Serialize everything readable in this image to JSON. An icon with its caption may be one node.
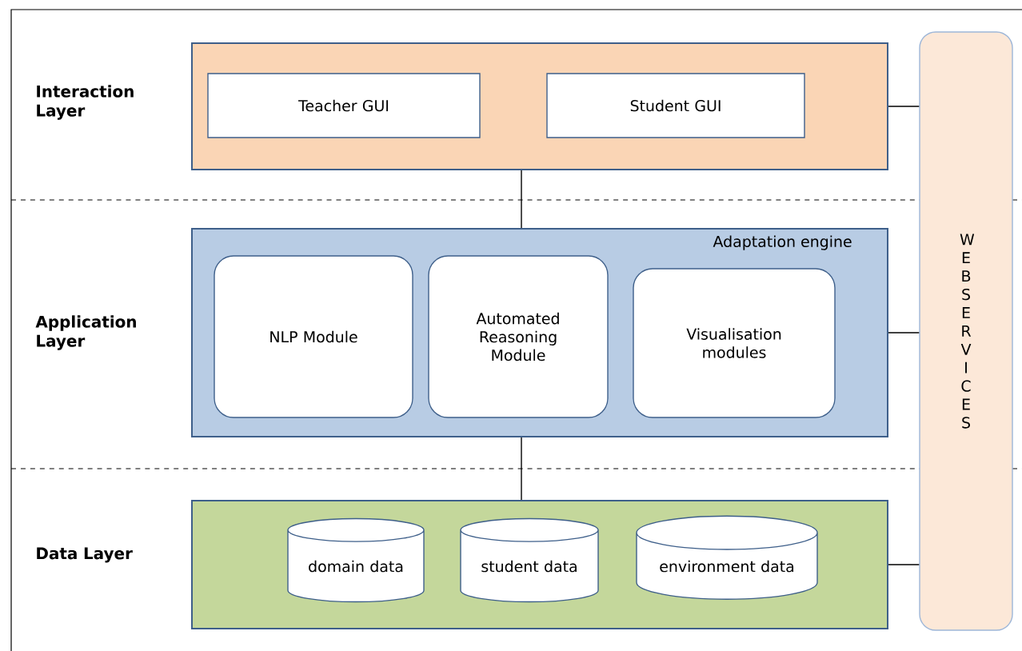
{
  "diagram": {
    "nodes": [
      {
        "text": [],
        "shape": "box"
      },
      {
        "text": [
          "Teacher GUI"
        ],
        "in": 0
      },
      {
        "text": [
          "Student GUI"
        ],
        "in": 0
      },
      {
        "text": [
          "Adaptation engine"
        ]
      },
      {
        "text": [
          "NLP Module"
        ],
        "in": 3
      },
      {
        "text": [
          "Automated Reasoning Module"
        ],
        "in": 3
      },
      {
        "text": [
          "Visualisation modules"
        ],
        "in": 3
      },
      {
        "text": [],
        "shape": "box"
      },
      {
        "text": [
          "domain data"
        ],
        "in": 7
      },
      {
        "text": [
          "student data"
        ],
        "in": 7
      },
      {
        "text": [
          "environment data"
        ],
        "in": 7
      },
      {
        "text": [
          "WEB SERVICES"
        ]
      }
    ],
    "edges": [
      {
        "from": 0,
        "to": 3,
        "arrow": "none"
      },
      {
        "from": 3,
        "to": 7,
        "arrow": "none"
      },
      {
        "from": 0,
        "to": 11,
        "arrow": "none"
      },
      {
        "from": 3,
        "to": 11,
        "arrow": "none"
      },
      {
        "from": 7,
        "to": 11,
        "arrow": "none"
      }
    ],
    "labels": [
      "Interaction Layer",
      "Application Layer",
      "Data Layer"
    ]
  }
}
